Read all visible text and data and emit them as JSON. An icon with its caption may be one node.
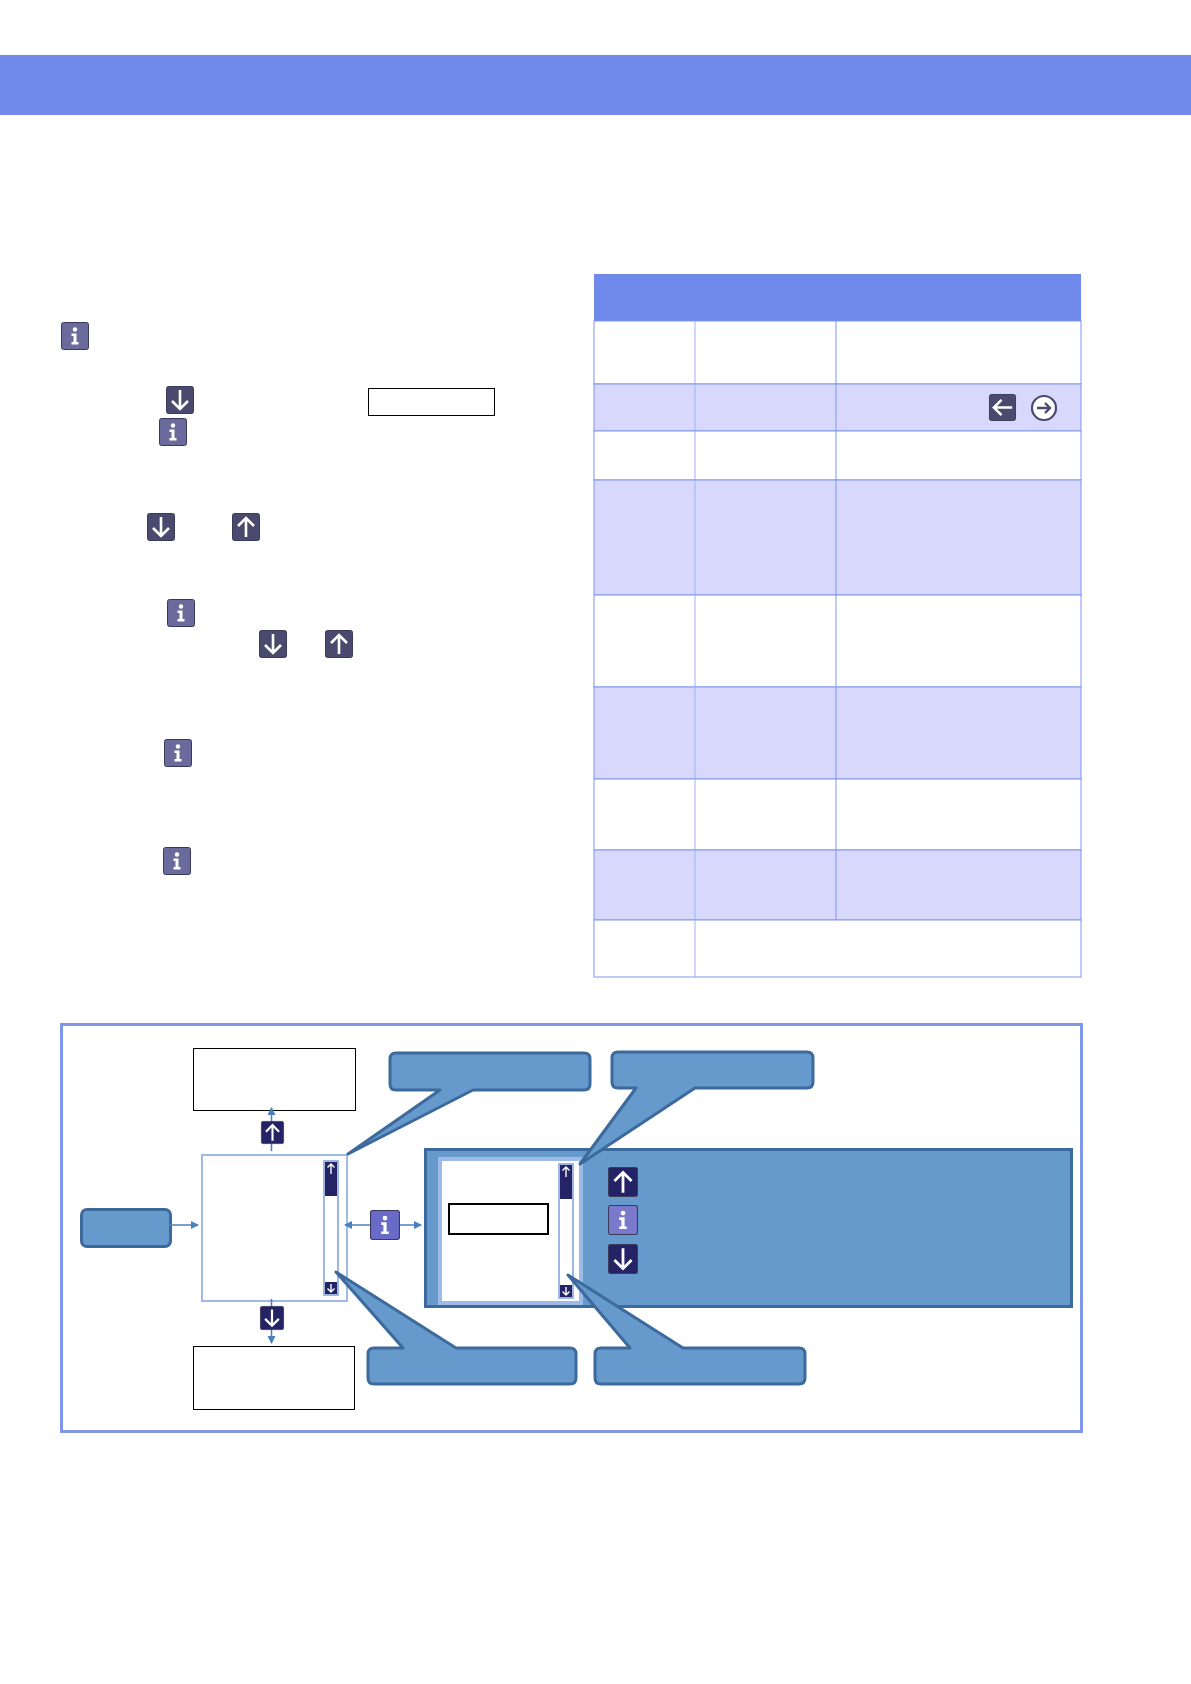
{
  "diagram": {
    "nodes": [
      {
        "text": [],
        "shape": "box"
      },
      {
        "text": [],
        "shape": "box",
        "in": 0
      },
      {
        "text": [],
        "shape": "box",
        "in": 0
      },
      {
        "text": [],
        "shape": "box",
        "in": 0
      },
      {
        "text": [],
        "shape": "box",
        "in": 0
      },
      {
        "text": [],
        "shape": "box",
        "in": 0
      },
      {
        "text": [],
        "shape": "box",
        "in": 5
      },
      {
        "text": [],
        "shape": "callout",
        "in": 0
      },
      {
        "text": [],
        "shape": "callout",
        "in": 0
      },
      {
        "text": [],
        "shape": "callout",
        "in": 0
      },
      {
        "text": [],
        "shape": "callout",
        "in": 0
      }
    ],
    "edges": [
      {
        "from": 2,
        "to": 3,
        "arrow": "to"
      },
      {
        "from": 3,
        "to": 1,
        "arrow": "to"
      },
      {
        "from": 3,
        "to": 4,
        "arrow": "to"
      },
      {
        "from": 3,
        "to": 5,
        "arrow": "both"
      }
    ]
  }
}
